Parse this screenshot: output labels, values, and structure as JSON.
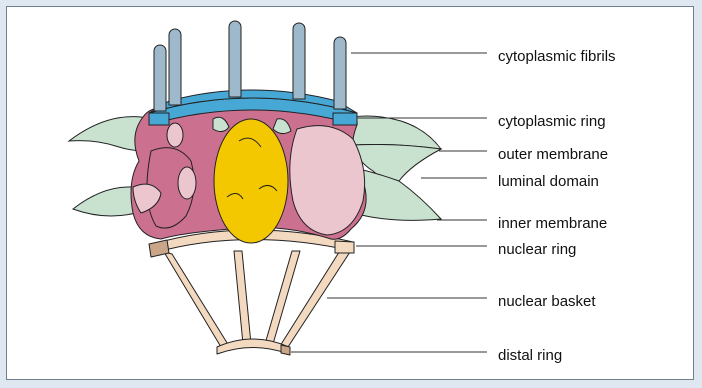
{
  "colors": {
    "background": "#dfe7f0",
    "panel": "#ffffff",
    "fibrils": "#9fb9cc",
    "cytoplasmic_ring": "#47a8d6",
    "membrane": "#c8e2cf",
    "spokes": "#cc7090",
    "spoke_light": "#ecc6cf",
    "central_plug": "#f4c800",
    "basket": "#f3d9bf",
    "basket_shade": "#c9a58a",
    "line": "#222222"
  },
  "labels": {
    "cytoplasmic_fibrils": "cytoplasmic fibrils",
    "cytoplasmic_ring": "cytoplasmic ring",
    "outer_membrane": "outer membrane",
    "luminal_domain": "luminal domain",
    "inner_membrane": "inner membrane",
    "nuclear_ring": "nuclear ring",
    "nuclear_basket": "nuclear basket",
    "distal_ring": "distal ring"
  }
}
